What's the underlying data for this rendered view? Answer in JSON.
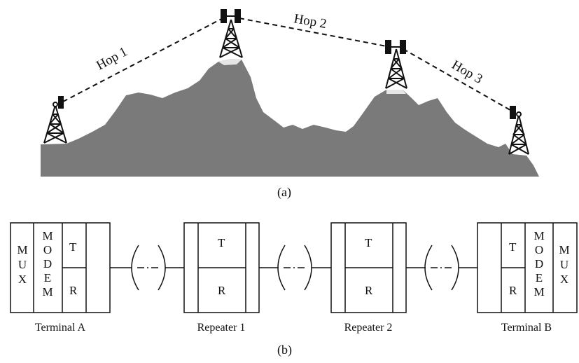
{
  "hops": [
    "Hop 1",
    "Hop 2",
    "Hop 3"
  ],
  "caption_a": "(a)",
  "caption_b": "(b)",
  "blocks": {
    "mux": "M U X",
    "modem": "M O D E M",
    "t": "T",
    "r": "R"
  },
  "stations": [
    "Terminal A",
    "Repeater 1",
    "Repeater 2",
    "Terminal B"
  ],
  "colors": {
    "terrain": "#7a7a7a",
    "ink": "#111111",
    "snow": "#e6e6e6"
  },
  "icons": [
    "tower-icon",
    "antenna-dish-icon",
    "radio-link-icon"
  ]
}
